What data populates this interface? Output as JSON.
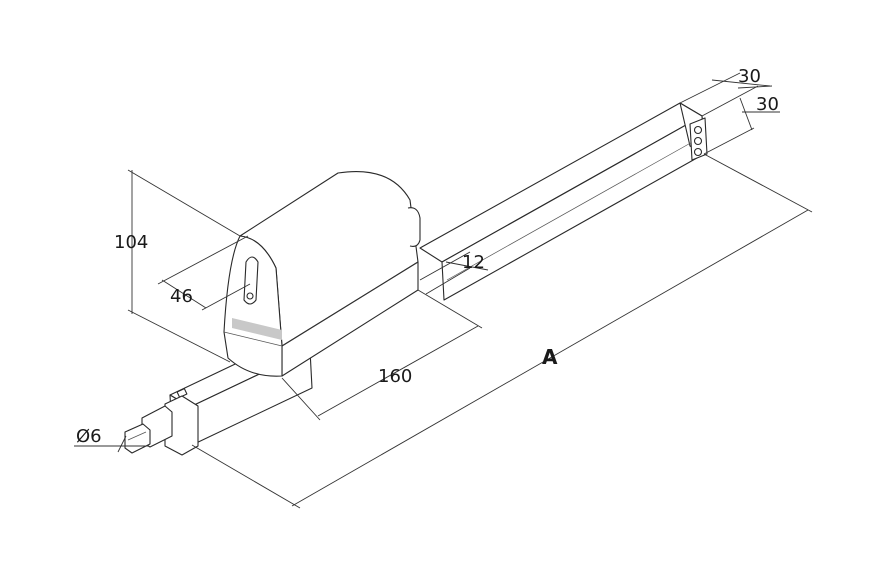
{
  "dimensions": {
    "top_width": "30",
    "top_height": "30",
    "motor_height": "104",
    "motor_depth": "46",
    "rod_offset": "12",
    "housing_length": "160",
    "shaft_diameter": "Ø6",
    "overall_length": "A"
  },
  "colors": {
    "outline": "#2a2a2a",
    "dimension_line": "#333333",
    "shade": "#c8c8c8",
    "background": "#ffffff"
  }
}
